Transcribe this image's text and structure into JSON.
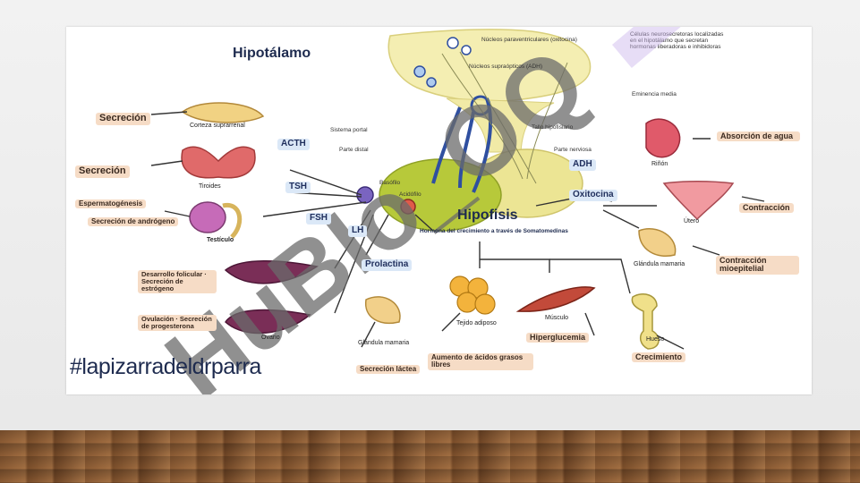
{
  "diagram": {
    "title_hypothalamus": "Hipotálamo",
    "title_pituitary": "Hipofisis",
    "hashtag": "#lapizarradeldrparra",
    "watermark": "HuBIo_OQ",
    "neuro_labels": {
      "nuclei_para": "Núcleos paraventriculares (oxitocina)",
      "nuclei_supra": "Núcleos supraópticos (ADH)",
      "neuro_cells": "Células neurosecretoras localizadas en el hipotálamo que secretan hormonas liberadoras e inhibidoras",
      "median_eminence": "Eminencia media",
      "portal_system": "Sistema portal",
      "pituitary_stalk": "Tallo hipofisiario",
      "distal_part": "Parte distal",
      "nervous_part": "Parte nerviosa",
      "basophil": "Basófilo",
      "acidophil": "Acidófilo"
    },
    "hormones": {
      "acth": "ACTH",
      "tsh": "TSH",
      "fsh": "FSH",
      "lh": "LH",
      "adh": "ADH",
      "oxytocin": "Oxitocina",
      "prolactin": "Prolactina",
      "growth_hormone": "Hormona del crecimiento a través de Somatomedinas"
    },
    "organs": {
      "adrenal": "Corteza suprarrenal",
      "thyroid": "Tiroides",
      "testis": "Testículo",
      "ovary": "Ovario",
      "kidney": "Riñón",
      "uterus": "Útero",
      "mammary_1": "Glándula mamaria",
      "mammary_2": "Glándula mamaria",
      "fat": "Tejido adiposo",
      "muscle": "Músculo",
      "bone": "Hueso"
    },
    "effects": {
      "secretion_1": "Secreción",
      "secretion_2": "Secreción",
      "spermatogenesis": "Espermatogénesis",
      "androgen": "Secreción de andrógeno",
      "follicular": "Desarrollo folicular · Secreción de estrógeno",
      "ovulation": "Ovulación · Secreción de progesterona",
      "water": "Absorción de agua",
      "contraction": "Contracción",
      "myoepithelial": "Contracción mioepitelial",
      "milk": "Secreción láctea",
      "fatty_acids": "Aumento de ácidos grasos libres",
      "hyperglycemia": "Hiperglucemia",
      "growth": "Crecimiento"
    },
    "colors": {
      "hypothalamus_fill": "#f4eeb2",
      "pituitary_fill": "#b7c93a",
      "portal_blue": "#2f4fa0",
      "label_bg": "#f6dcc6",
      "watermark_gray": "#6b6b6b",
      "watermark_purple": "#c9b3ec"
    }
  }
}
